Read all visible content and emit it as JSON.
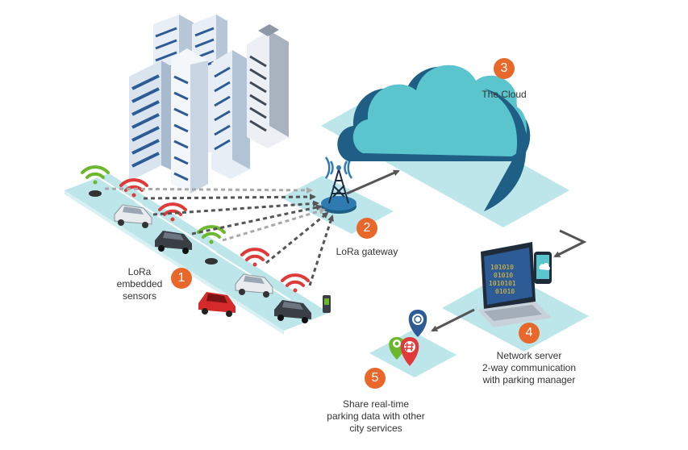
{
  "steps": [
    {
      "number": "1",
      "lines": [
        "LoRa",
        "embedded",
        "sensors"
      ]
    },
    {
      "number": "2",
      "lines": [
        "LoRa gateway"
      ]
    },
    {
      "number": "3",
      "lines": [
        "The Cloud"
      ]
    },
    {
      "number": "4",
      "lines": [
        "Network server",
        "2-way communication",
        "with parking manager"
      ]
    },
    {
      "number": "5",
      "lines": [
        "Share real-time",
        "parking data with other",
        "city services"
      ]
    }
  ],
  "laptop_screen": [
    "101010",
    "01010",
    "1010101",
    "01010"
  ],
  "colors": {
    "accent": "#e8672a",
    "platform": "#bde6ea",
    "cloud": "#5bc5cd",
    "cloud_dark": "#1f5f86",
    "signal_free": "#6cb72e",
    "signal_taken": "#e03a3a",
    "arrow": "#555555"
  }
}
